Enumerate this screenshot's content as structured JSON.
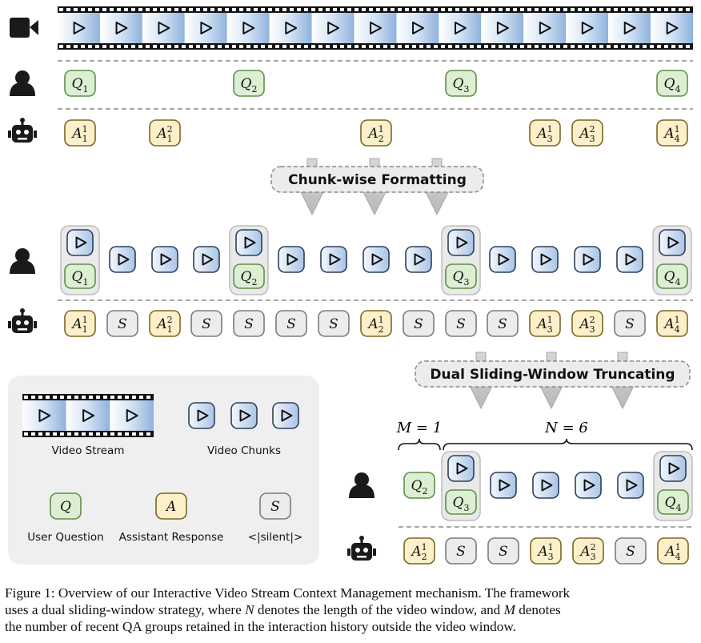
{
  "banners": {
    "formatting": "Chunk-wise Formatting",
    "truncating": "Dual Sliding-Window Truncating"
  },
  "labels": {
    "m_window": "M = 1",
    "n_window": "N = 6"
  },
  "legend": {
    "video_stream": "Video Stream",
    "video_chunks": "Video Chunks",
    "user_question": "User Question",
    "assistant_response": "Assistant Response",
    "silent": "<|silent|>",
    "q_symbol": "Q",
    "a_symbol": "A",
    "s_symbol": "S"
  },
  "stage1": {
    "questions": [
      "Q1",
      "Q2",
      "Q3",
      "Q4"
    ],
    "answers": [
      "A1^1",
      "A1^2",
      "A2^1",
      "A3^1",
      "A3^2",
      "A4^1"
    ]
  },
  "stage2": {
    "responses": [
      "A1^1",
      "S",
      "A1^2",
      "S",
      "S",
      "S",
      "S",
      "A2^1",
      "S",
      "S",
      "S",
      "A3^1",
      "A3^2",
      "S",
      "A4^1"
    ]
  },
  "stage3": {
    "responses": [
      "A2^1",
      "S",
      "S",
      "A3^1",
      "A3^2",
      "S",
      "A4^1"
    ]
  },
  "caption": {
    "line1": "Figure 1: Overview of our Interactive Video Stream Context Management mechanism. The framework",
    "line2_a": "uses a dual sliding-window strategy, where ",
    "line2_n": "N",
    "line2_b": " denotes the length of the video window, and ",
    "line2_m": "M",
    "line2_c": " denotes",
    "line3": "the number of recent QA groups retained in the interaction history outside the video window."
  }
}
